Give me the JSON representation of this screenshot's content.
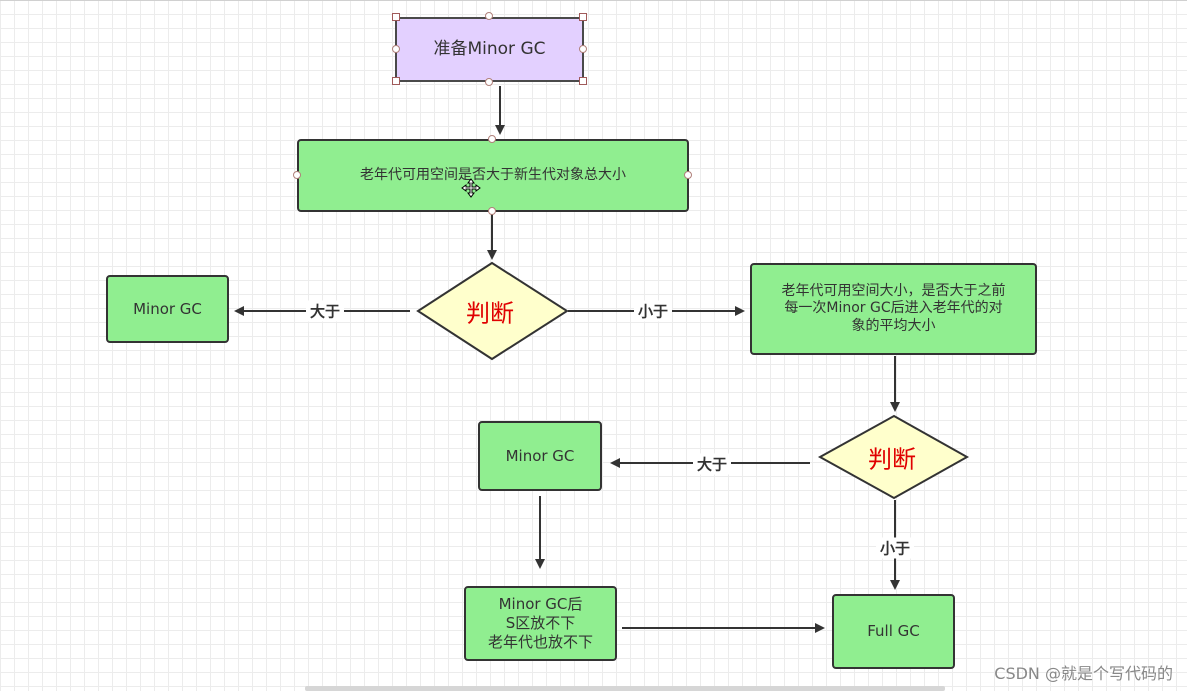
{
  "flowchart": {
    "start": "准备Minor GC",
    "check_old_gen": "老年代可用空间是否大于新生代对象总大小",
    "decision_1": "判断",
    "decision_2": "判断",
    "minor_gc_left": "Minor GC",
    "check_avg": "老年代可用空间大小，是否大于之前\n每一次Minor GC后进入老年代的对\n象的平均大小",
    "minor_gc_mid": "Minor GC",
    "after_minor": "Minor GC后\nS区放不下\n老年代也放不下",
    "full_gc": "Full GC"
  },
  "edge_labels": {
    "greater_1": "大于",
    "less_1": "小于",
    "greater_2": "大于",
    "less_2": "小于"
  },
  "colors": {
    "start_fill": "#e3d0ff",
    "process_fill": "#90ee90",
    "decision_fill": "#ffffcc",
    "decision_text": "#e00000"
  },
  "watermark": "CSDN @就是个写代码的"
}
